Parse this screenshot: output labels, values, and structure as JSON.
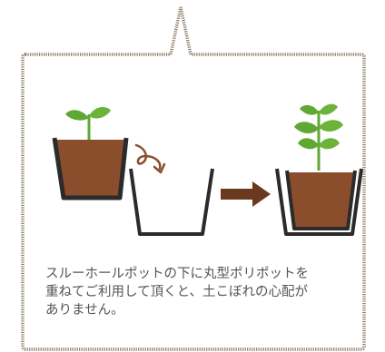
{
  "description": {
    "lines": [
      "スルーホールポットの下に丸型ポリポットを",
      "重ねてご利用して頂くと、土こぼれの心配が",
      "ありません。"
    ]
  },
  "colors": {
    "frame_border": "#8a7b66",
    "soil": "#8b4e2c",
    "pot_outline": "#2b2b2b",
    "leaf": "#5fa833",
    "arrow": "#6b3a1e",
    "text": "#555555"
  },
  "icons": {
    "curved_arrow": "curved-arrow-icon",
    "right_arrow": "right-arrow-icon",
    "seedling_small": "seedling-icon",
    "plant_large": "plant-icon"
  }
}
